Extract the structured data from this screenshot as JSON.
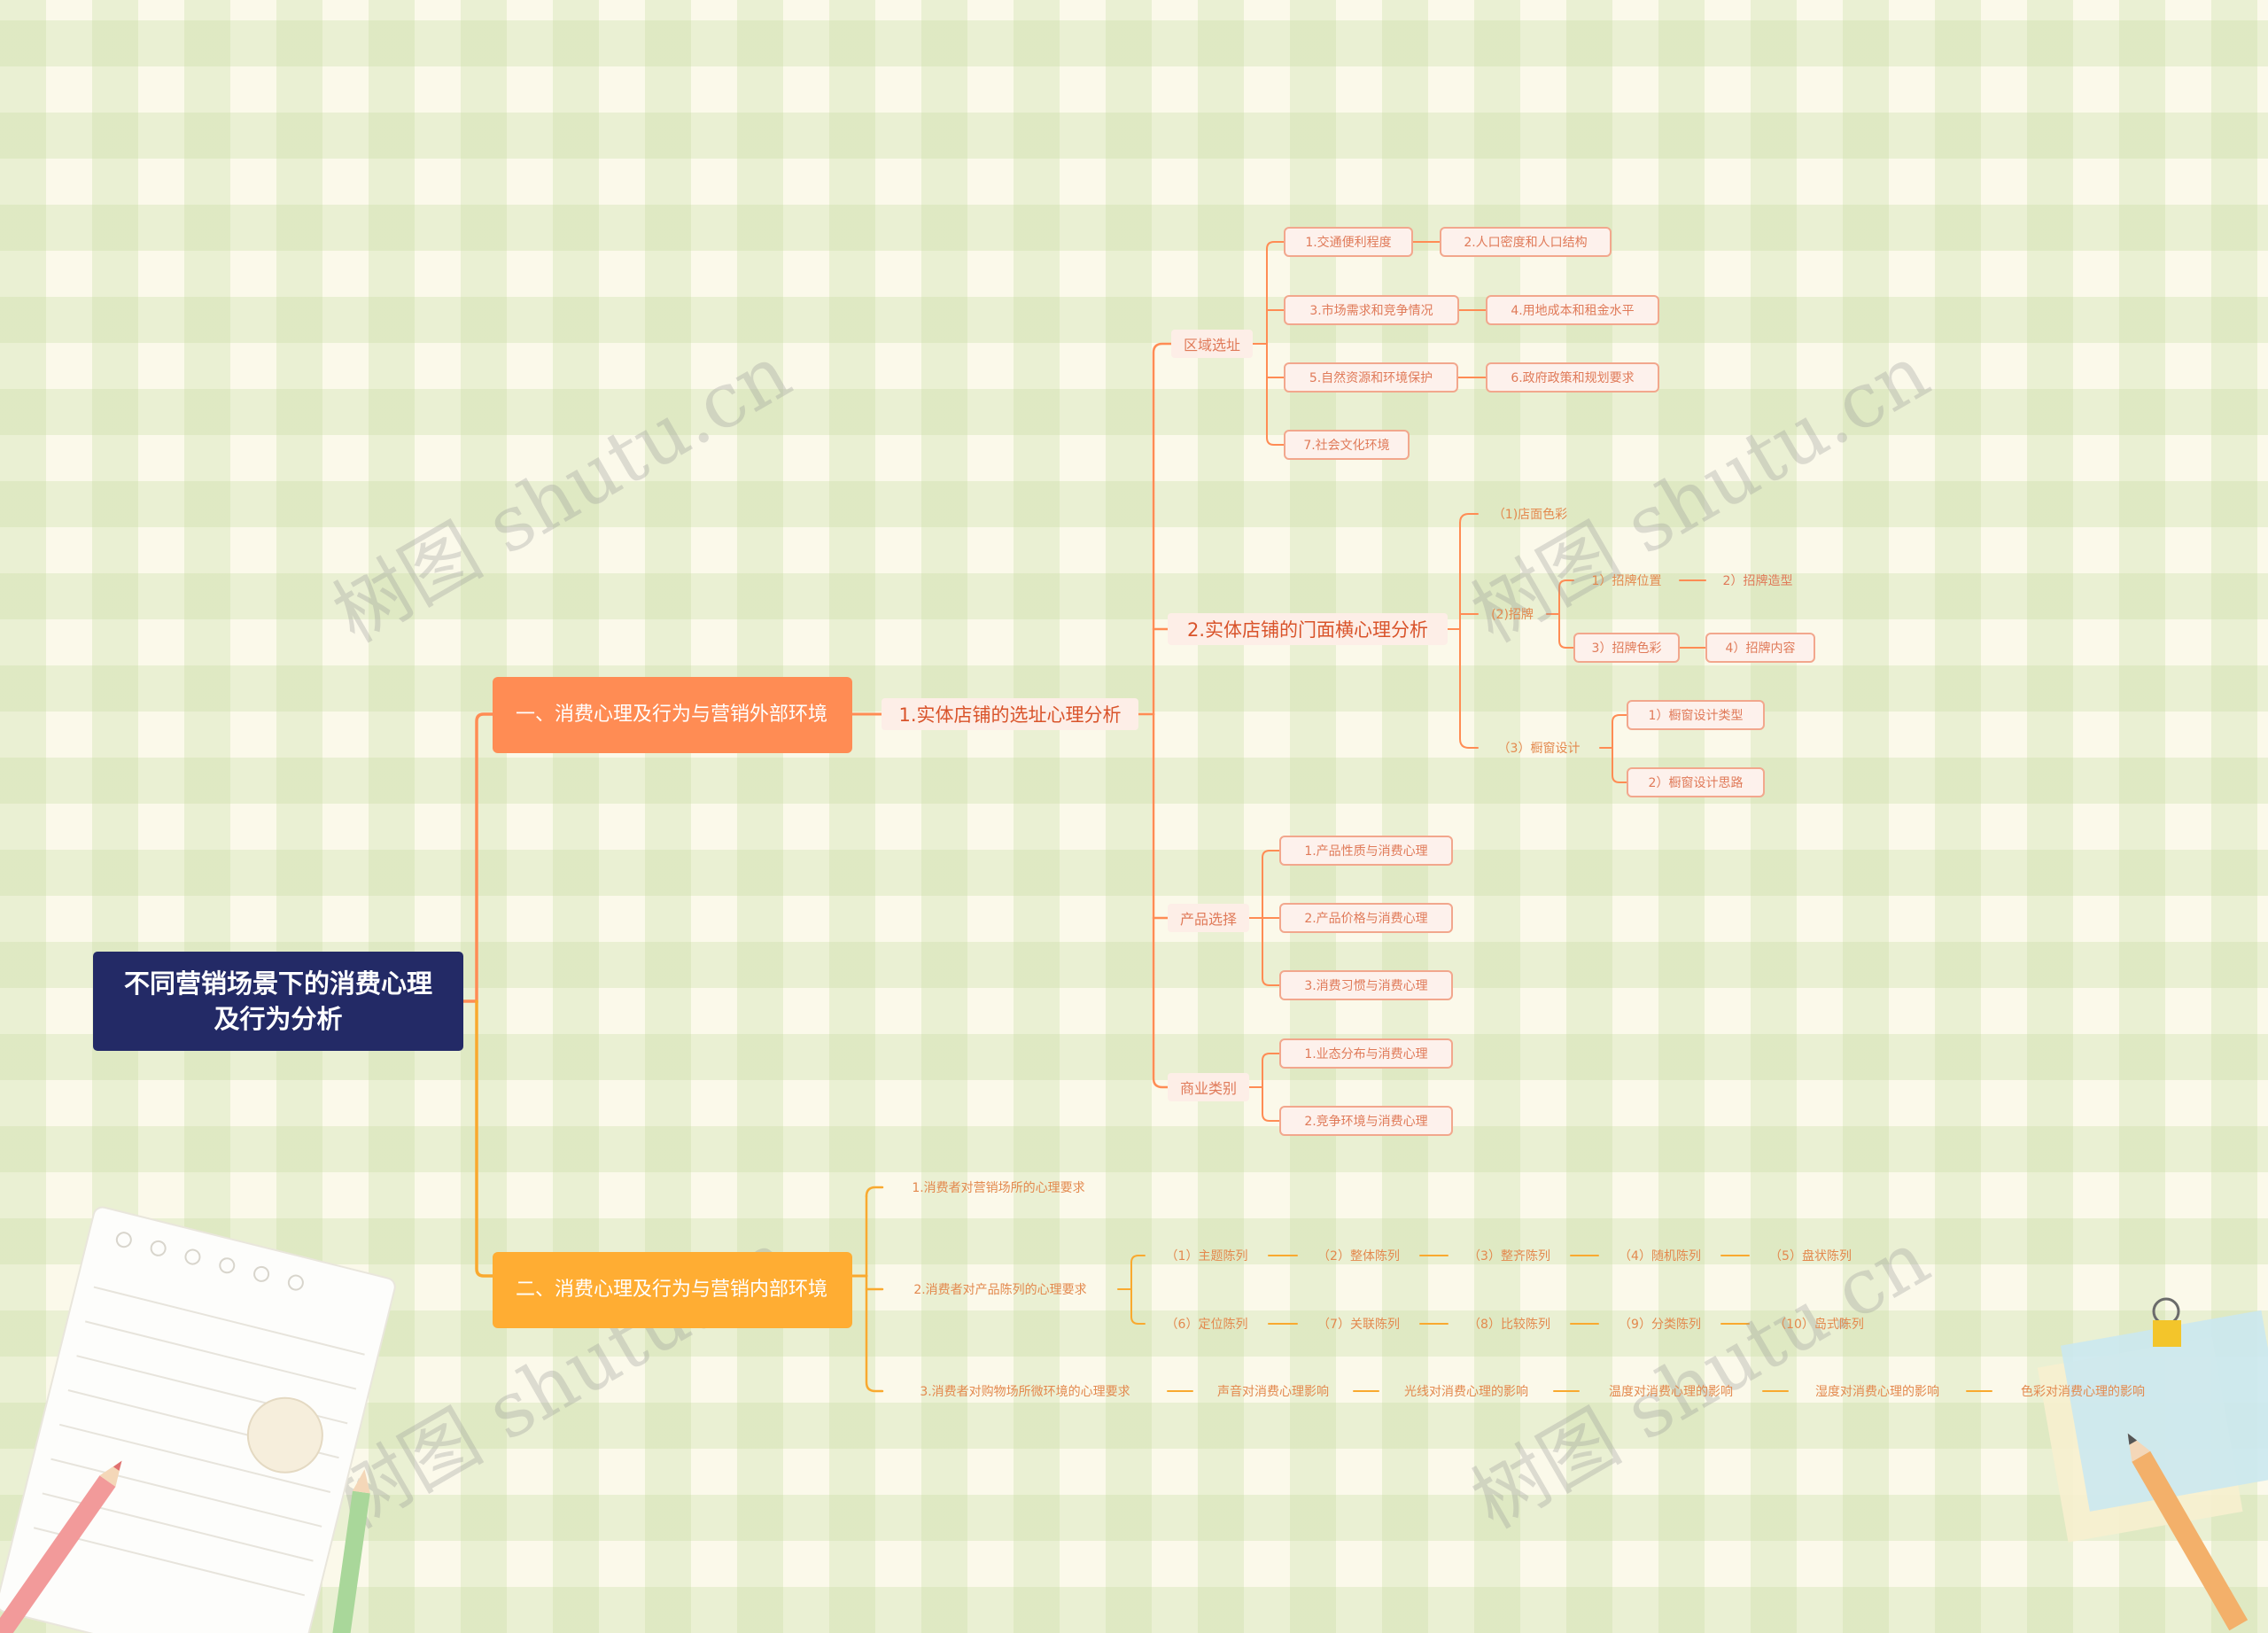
{
  "watermark": "树图 shutu.cn",
  "colors": {
    "root": "#232a66",
    "branch1": "#ff8c54",
    "branch2": "#ffad33",
    "line1": "#ff8c54",
    "line2": "#f9a92f",
    "leaf_border": "#f2a78d",
    "leaf_text": "#e07a59"
  },
  "root": {
    "label": "不同营销场景下的消费心理及行为分析"
  },
  "branch1": {
    "label": "一、消费心理及行为与营销外部环境",
    "child": "1.实体店铺的选址心理分析",
    "area": {
      "label": "区域选址",
      "items": [
        "1.交通便利程度",
        "2.人口密度和人口结构",
        "3.市场需求和竞争情况",
        "4.用地成本和租金水平",
        "5.自然资源和环境保护",
        "6.政府政策和规划要求",
        "7.社会文化环境"
      ]
    },
    "storefront": {
      "label": "2.实体店铺的门面横心理分析",
      "dianmian": "（1)店面色彩",
      "zhaopai": {
        "label": "(2)招牌",
        "items": [
          "1）招牌位置",
          "2）招牌造型",
          "3）招牌色彩",
          "4）招牌内容"
        ]
      },
      "chuchuang": {
        "label": "（3）橱窗设计",
        "items": [
          "1）橱窗设计类型",
          "2）橱窗设计思路"
        ]
      }
    },
    "product": {
      "label": "产品选择",
      "items": [
        "1.产品性质与消费心理",
        "2.产品价格与消费心理",
        "3.消费习惯与消费心理"
      ]
    },
    "business": {
      "label": "商业类别",
      "items": [
        "1.业态分布与消费心理",
        "2.竞争环境与消费心理"
      ]
    }
  },
  "branch2": {
    "label": "二、消费心理及行为与营销内部环境",
    "c1": "1.消费者对营销场所的心理要求",
    "c2": {
      "label": "2.消费者对产品陈列的心理要求",
      "row1": [
        "（1）主题陈列",
        "（2）整体陈列",
        "（3）整齐陈列",
        "（4）随机陈列",
        "（5）盘状陈列"
      ],
      "row2": [
        "（6）定位陈列",
        "（7）关联陈列",
        "（8）比较陈列",
        "（9）分类陈列",
        "（10）岛式陈列"
      ]
    },
    "c3": {
      "label": "3.消费者对购物场所微环境的心理要求",
      "items": [
        "声音对消费心理影响",
        "光线对消费心理的影响",
        "温度对消费心理的影响",
        "湿度对消费心理的影响",
        "色彩对消费心理的影响"
      ]
    }
  }
}
